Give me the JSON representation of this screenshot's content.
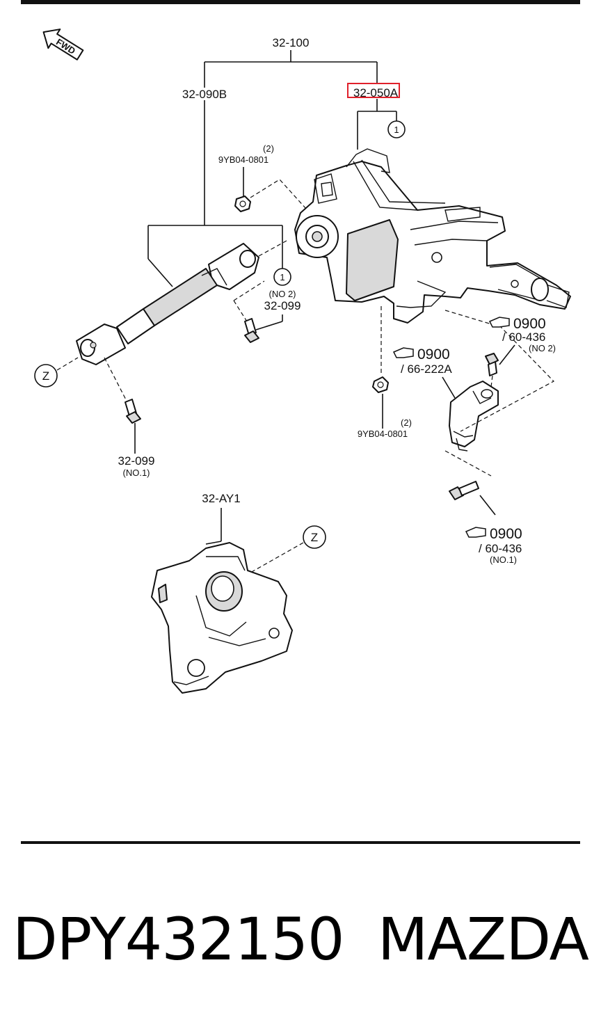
{
  "labels": {
    "assembly": "32-100",
    "shaft": "32-090B",
    "column": "32-050A",
    "nut_upper_qty": "(2)",
    "nut_upper": "9YB04-0801",
    "ref_1": "1",
    "no2": "(NO 2)",
    "bolt_upper": "32-099",
    "z": "Z",
    "bolt_lower": "32-099",
    "bolt_lower_no": "(NO.1)",
    "bracket_ref": "0900",
    "bracket_sub": "/ 66-222A",
    "nut_lower_qty": "(2)",
    "nut_lower": "9YB04-0801",
    "bolt_right_ref": "0900",
    "bolt_right_sub": "/ 60-436",
    "bolt_right_no": "(NO 2)",
    "bolt_bottom_ref": "0900",
    "bolt_bottom_sub": "/ 60-436",
    "bolt_bottom_no": "(NO.1)",
    "cover": "32-AY1",
    "fwd": "FWD"
  },
  "highlight_color": "#e0202a",
  "footer": {
    "part_number": "DPY432150",
    "brand": "MAZDA"
  }
}
